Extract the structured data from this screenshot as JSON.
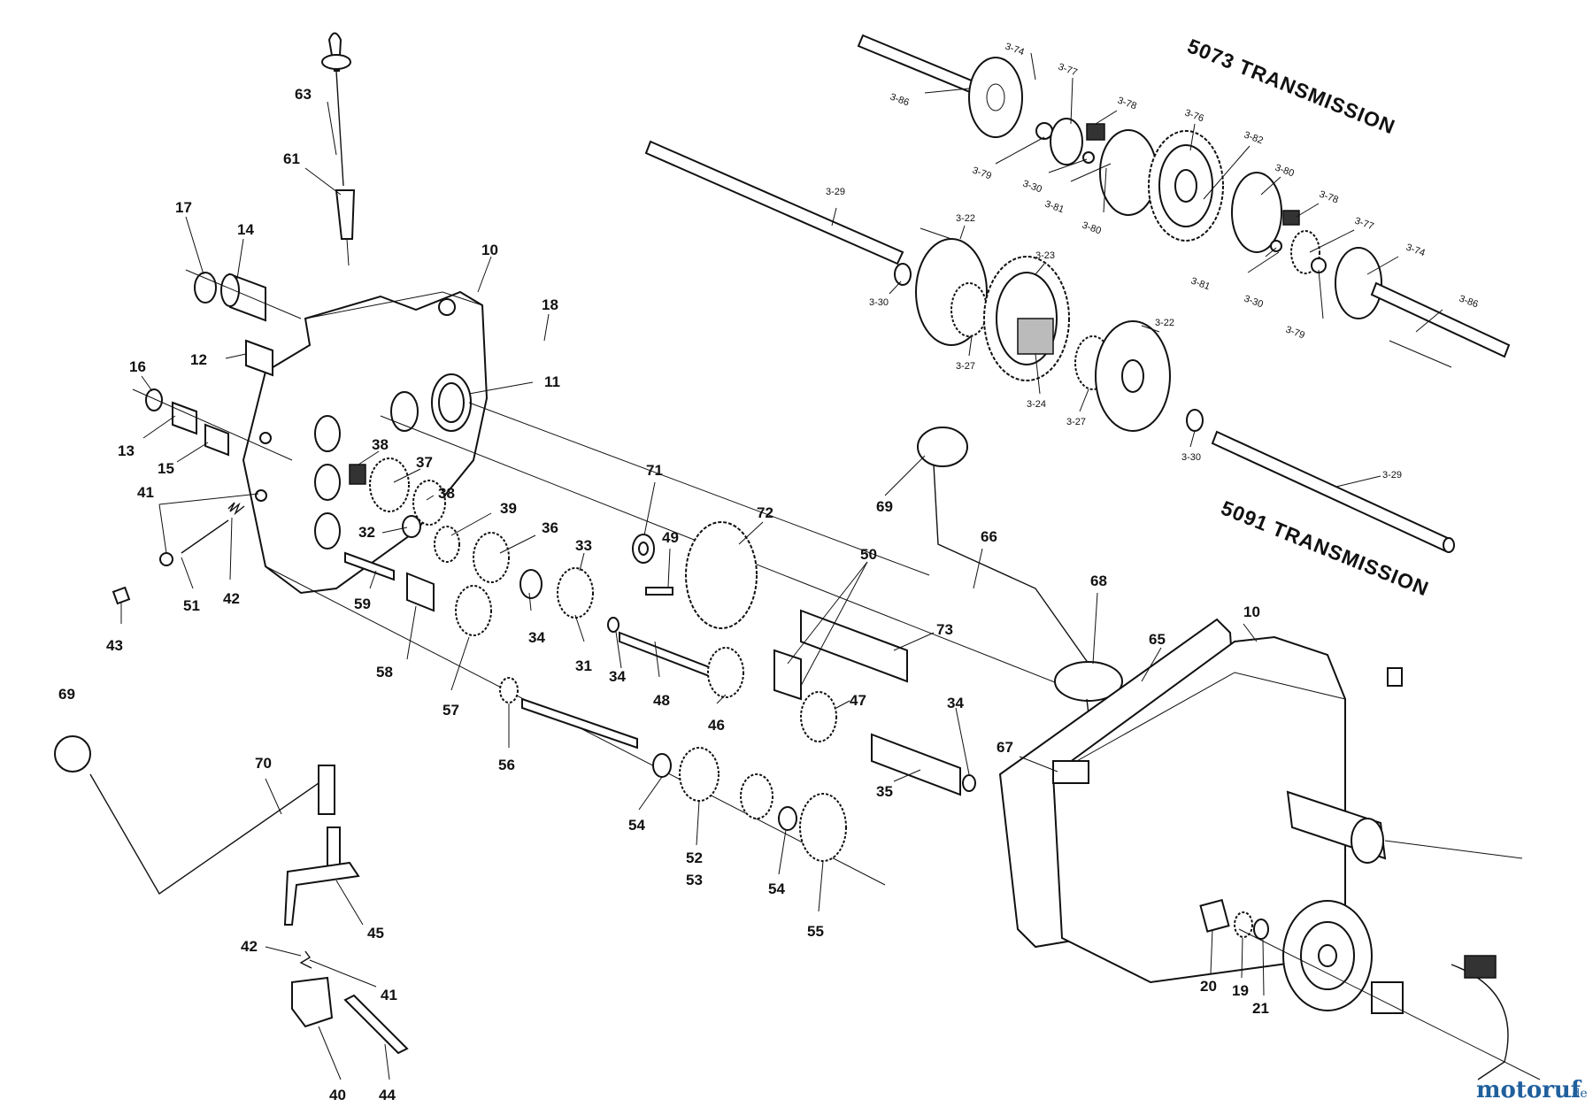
{
  "titles": {
    "t5073": "5073 TRANSMISSION",
    "t5091": "5091 TRANSMISSION"
  },
  "watermark": {
    "brand": "motoruf",
    "suffix": ".de",
    "color": "#1f5f9c"
  },
  "labels": [
    {
      "id": "lbl-3-74-a",
      "text": "3-74"
    },
    {
      "id": "lbl-3-77-a",
      "text": "3-77"
    },
    {
      "id": "lbl-3-78-a",
      "text": "3-78"
    },
    {
      "id": "lbl-3-76",
      "text": "3-76"
    },
    {
      "id": "lbl-3-82",
      "text": "3-82"
    },
    {
      "id": "lbl-3-80-a",
      "text": "3-80"
    },
    {
      "id": "lbl-3-86-a",
      "text": "3-86"
    },
    {
      "id": "lbl-3-79-a",
      "text": "3-79"
    },
    {
      "id": "lbl-3-30-a",
      "text": "3-30"
    },
    {
      "id": "lbl-3-81-a",
      "text": "3-81"
    },
    {
      "id": "lbl-3-80-b",
      "text": "3-80"
    },
    {
      "id": "lbl-3-78-b",
      "text": "3-78"
    },
    {
      "id": "lbl-3-77-b",
      "text": "3-77"
    },
    {
      "id": "lbl-3-74-b",
      "text": "3-74"
    },
    {
      "id": "lbl-3-81-b",
      "text": "3-81"
    },
    {
      "id": "lbl-3-30-b",
      "text": "3-30"
    },
    {
      "id": "lbl-3-79-b",
      "text": "3-79"
    },
    {
      "id": "lbl-3-86-b",
      "text": "3-86"
    },
    {
      "id": "lbl-3-29-a",
      "text": "3-29"
    },
    {
      "id": "lbl-3-22-a",
      "text": "3-22"
    },
    {
      "id": "lbl-3-23",
      "text": "3-23"
    },
    {
      "id": "lbl-3-30-c",
      "text": "3-30"
    },
    {
      "id": "lbl-3-27-a",
      "text": "3-27"
    },
    {
      "id": "lbl-3-24",
      "text": "3-24"
    },
    {
      "id": "lbl-3-27-b",
      "text": "3-27"
    },
    {
      "id": "lbl-3-22-b",
      "text": "3-22"
    },
    {
      "id": "lbl-3-30-d",
      "text": "3-30"
    },
    {
      "id": "lbl-3-29-b",
      "text": "3-29"
    },
    {
      "id": "lbl-63",
      "text": "63"
    },
    {
      "id": "lbl-61",
      "text": "61"
    },
    {
      "id": "lbl-17",
      "text": "17"
    },
    {
      "id": "lbl-14",
      "text": "14"
    },
    {
      "id": "lbl-10-a",
      "text": "10"
    },
    {
      "id": "lbl-18",
      "text": "18"
    },
    {
      "id": "lbl-16",
      "text": "16"
    },
    {
      "id": "lbl-12",
      "text": "12"
    },
    {
      "id": "lbl-11",
      "text": "11"
    },
    {
      "id": "lbl-13",
      "text": "13"
    },
    {
      "id": "lbl-15",
      "text": "15"
    },
    {
      "id": "lbl-38-a",
      "text": "38"
    },
    {
      "id": "lbl-37",
      "text": "37"
    },
    {
      "id": "lbl-38-b",
      "text": "38"
    },
    {
      "id": "lbl-39",
      "text": "39"
    },
    {
      "id": "lbl-41-a",
      "text": "41"
    },
    {
      "id": "lbl-32",
      "text": "32"
    },
    {
      "id": "lbl-36",
      "text": "36"
    },
    {
      "id": "lbl-33",
      "text": "33"
    },
    {
      "id": "lbl-51",
      "text": "51"
    },
    {
      "id": "lbl-42-a",
      "text": "42"
    },
    {
      "id": "lbl-59",
      "text": "59"
    },
    {
      "id": "lbl-43",
      "text": "43"
    },
    {
      "id": "lbl-34-a",
      "text": "34"
    },
    {
      "id": "lbl-31",
      "text": "31"
    },
    {
      "id": "lbl-58",
      "text": "58"
    },
    {
      "id": "lbl-57",
      "text": "57"
    },
    {
      "id": "lbl-71",
      "text": "71"
    },
    {
      "id": "lbl-49",
      "text": "49"
    },
    {
      "id": "lbl-72",
      "text": "72"
    },
    {
      "id": "lbl-34-b",
      "text": "34"
    },
    {
      "id": "lbl-48",
      "text": "48"
    },
    {
      "id": "lbl-50",
      "text": "50"
    },
    {
      "id": "lbl-73",
      "text": "73"
    },
    {
      "id": "lbl-46",
      "text": "46"
    },
    {
      "id": "lbl-47",
      "text": "47"
    },
    {
      "id": "lbl-34-c",
      "text": "34"
    },
    {
      "id": "lbl-35",
      "text": "35"
    },
    {
      "id": "lbl-69-a",
      "text": "69"
    },
    {
      "id": "lbl-66",
      "text": "66"
    },
    {
      "id": "lbl-68",
      "text": "68"
    },
    {
      "id": "lbl-65",
      "text": "65"
    },
    {
      "id": "lbl-10-b",
      "text": "10"
    },
    {
      "id": "lbl-67",
      "text": "67"
    },
    {
      "id": "lbl-69-b",
      "text": "69"
    },
    {
      "id": "lbl-70",
      "text": "70"
    },
    {
      "id": "lbl-56",
      "text": "56"
    },
    {
      "id": "lbl-54-a",
      "text": "54"
    },
    {
      "id": "lbl-52",
      "text": "52"
    },
    {
      "id": "lbl-53",
      "text": "53"
    },
    {
      "id": "lbl-54-b",
      "text": "54"
    },
    {
      "id": "lbl-55",
      "text": "55"
    },
    {
      "id": "lbl-45",
      "text": "45"
    },
    {
      "id": "lbl-42-b",
      "text": "42"
    },
    {
      "id": "lbl-41-b",
      "text": "41"
    },
    {
      "id": "lbl-40",
      "text": "40"
    },
    {
      "id": "lbl-44",
      "text": "44"
    },
    {
      "id": "lbl-20",
      "text": "20"
    },
    {
      "id": "lbl-19",
      "text": "19"
    },
    {
      "id": "lbl-21",
      "text": "21"
    }
  ]
}
